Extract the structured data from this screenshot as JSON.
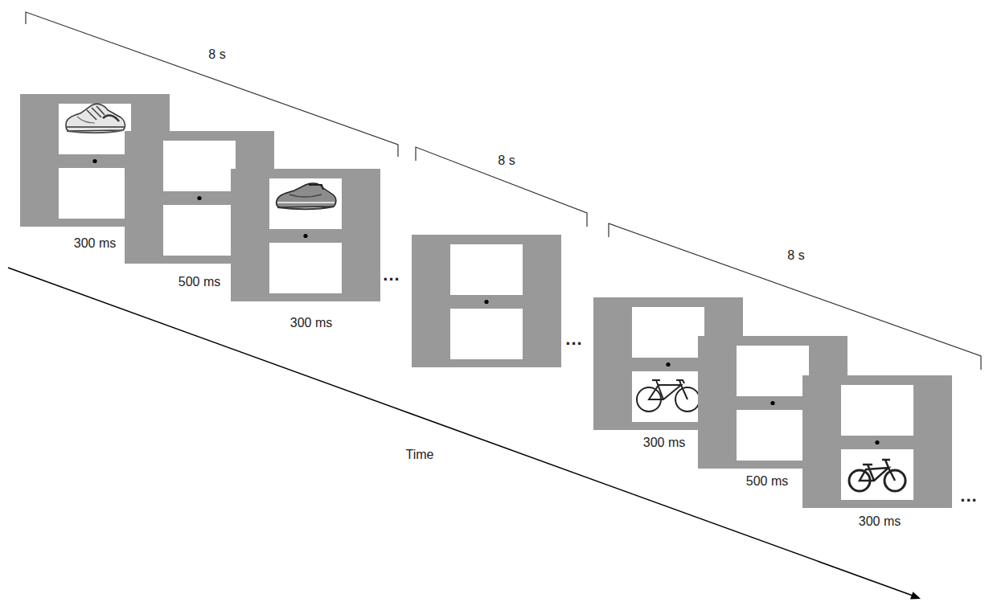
{
  "diagram": {
    "labels": [
      "8 s",
      "8 s",
      "8 s",
      "300 ms",
      "500 ms",
      "300 ms",
      "...",
      "...",
      "300 ms",
      "500 ms",
      "300 ms",
      "...",
      "Time"
    ]
  }
}
